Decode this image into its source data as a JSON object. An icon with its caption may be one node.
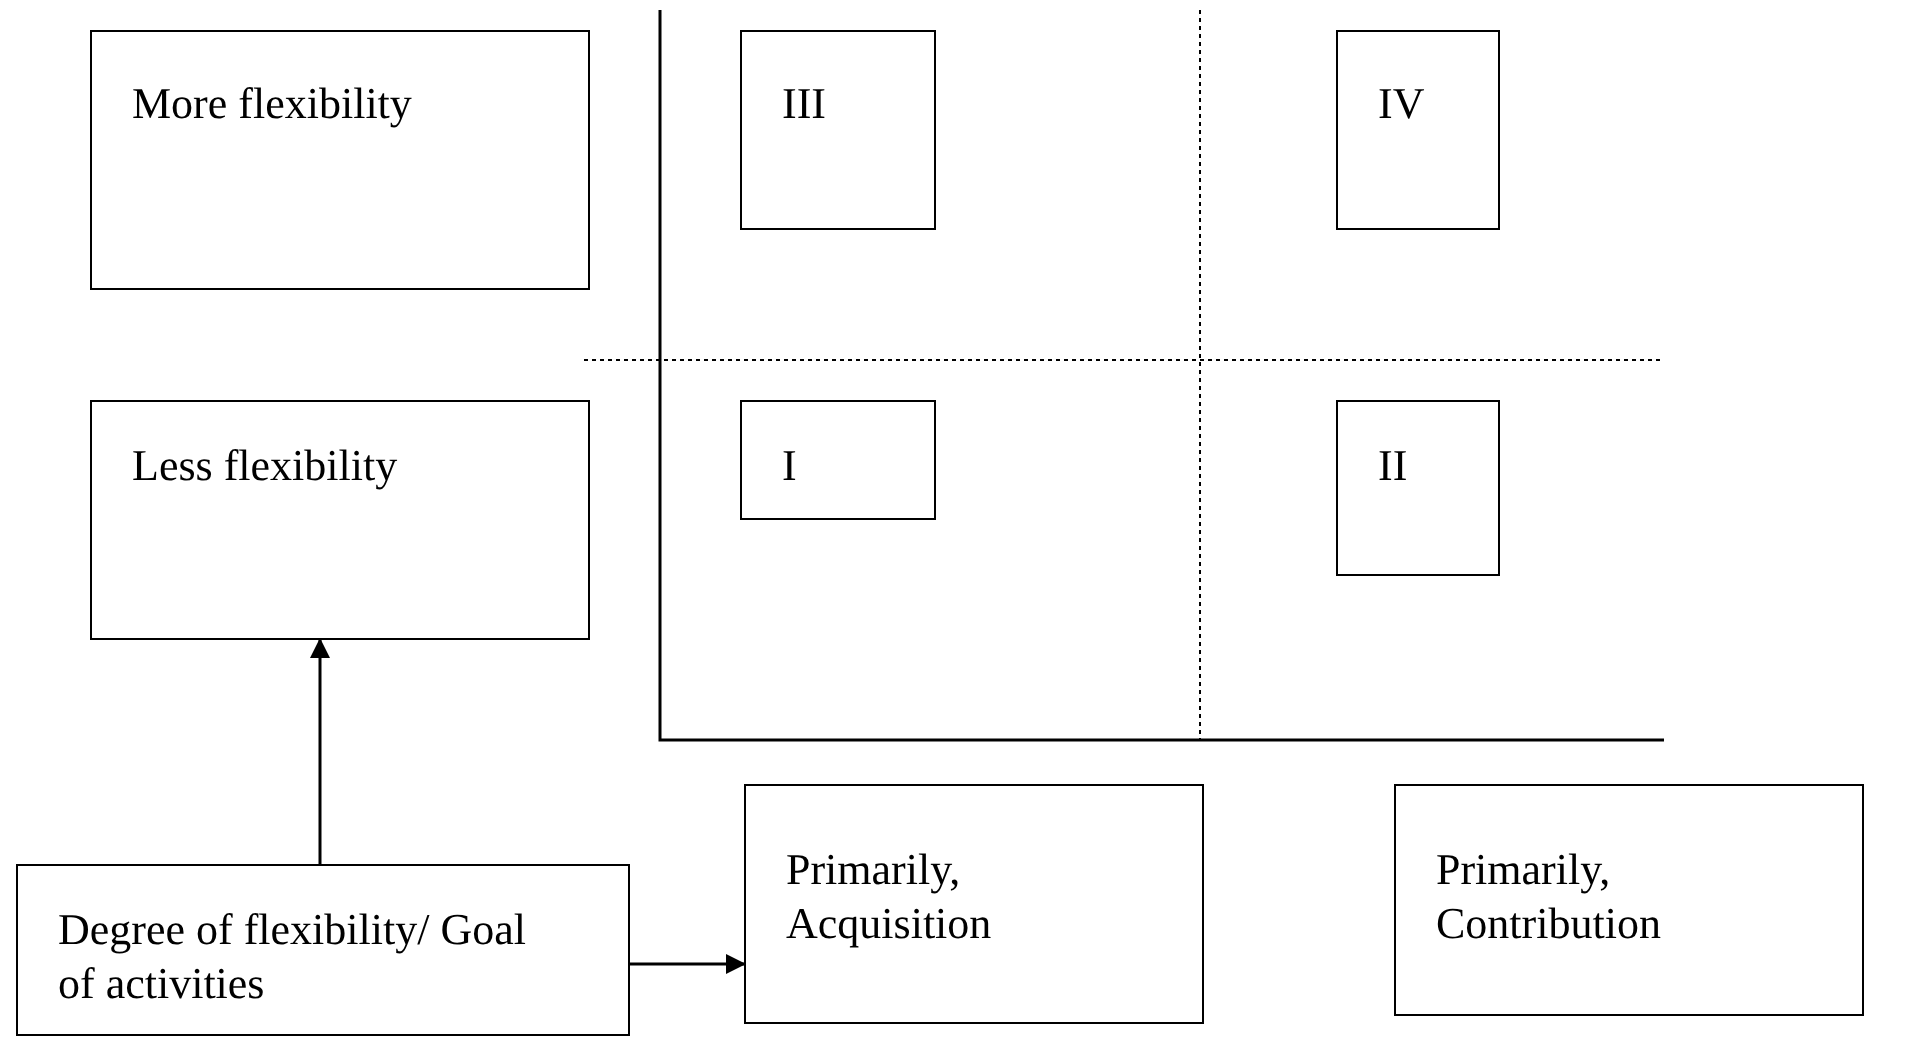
{
  "diagram": {
    "nodes": [
      {
        "text": [
          "More flexibility"
        ]
      },
      {
        "text": [
          "III"
        ]
      },
      {
        "text": [
          "IV"
        ]
      },
      {
        "text": [
          "Less flexibility"
        ]
      },
      {
        "text": [
          "I"
        ]
      },
      {
        "text": [
          "II"
        ]
      },
      {
        "text": [
          "Degree of flexibility/ Goal of activities"
        ]
      },
      {
        "text": [
          "Primarily, Acquisition"
        ]
      },
      {
        "text": [
          "Primarily, Contribution"
        ]
      }
    ],
    "edges": [
      {
        "from": 6,
        "to": 3,
        "arrow": "to"
      },
      {
        "from": 6,
        "to": 7,
        "arrow": "to"
      }
    ]
  }
}
